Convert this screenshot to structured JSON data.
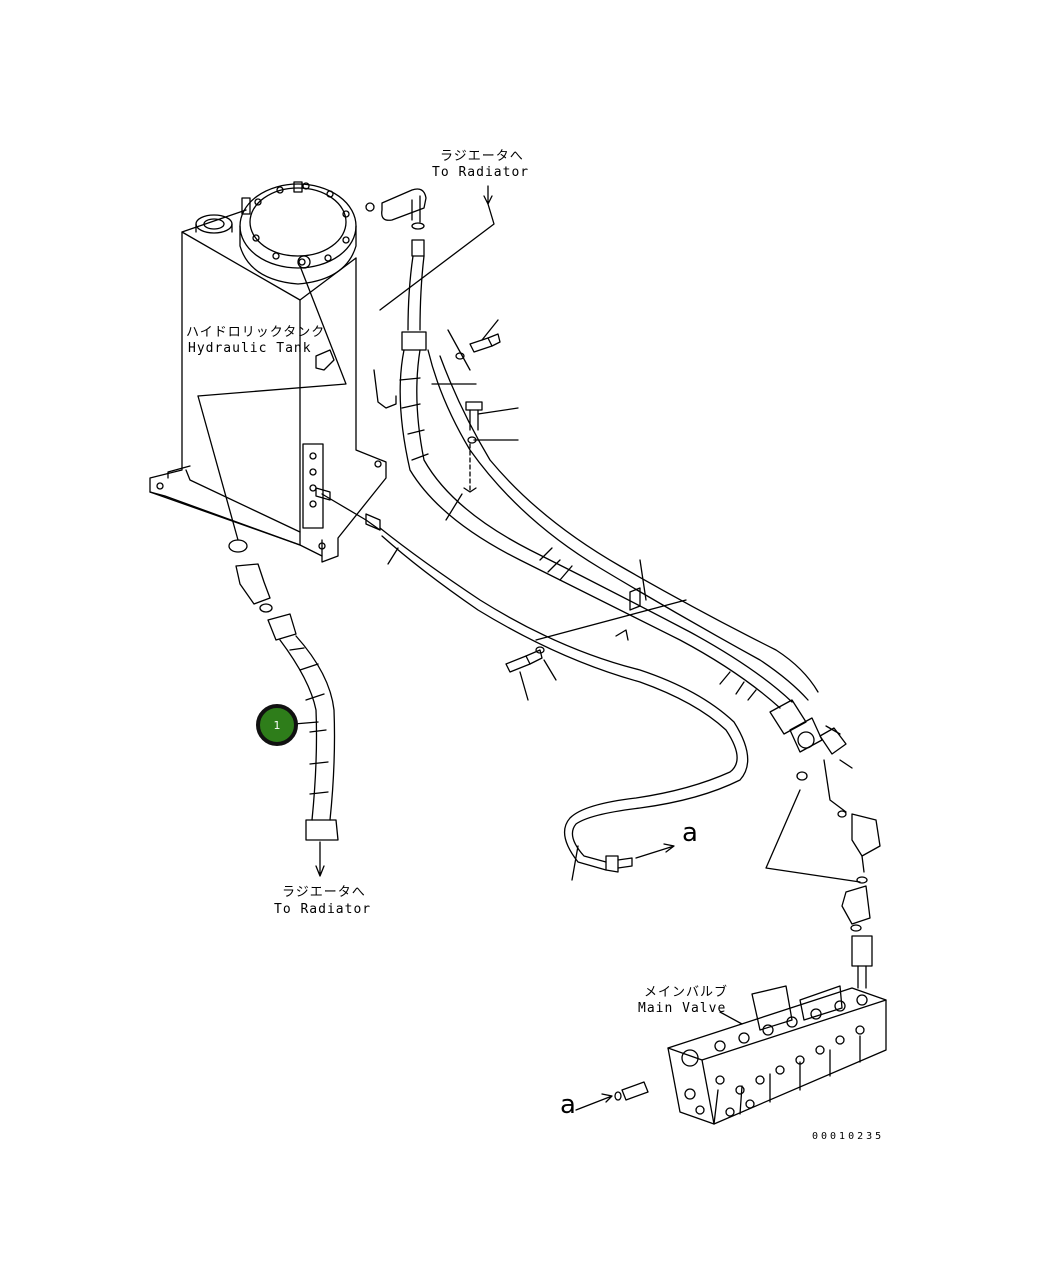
{
  "labels": {
    "radiator_top_jp": "ラジエータへ",
    "radiator_top_en": "To Radiator",
    "tank_jp": "ハイドロリックタンク",
    "tank_en": "Hydraulic Tank",
    "radiator_bottom_jp": "ラジエータへ",
    "radiator_bottom_en": "To Radiator",
    "valve_jp": "メインバルブ",
    "valve_en": "Main Valve",
    "connector_a_right": "a",
    "connector_a_left": "a",
    "drawing_number": "00010235"
  },
  "callouts": [
    {
      "number": "1",
      "color": "#2e7d1a"
    }
  ],
  "colors": {
    "line": "#000000",
    "callout_fill": "#2e7d1a",
    "background": "#ffffff"
  }
}
